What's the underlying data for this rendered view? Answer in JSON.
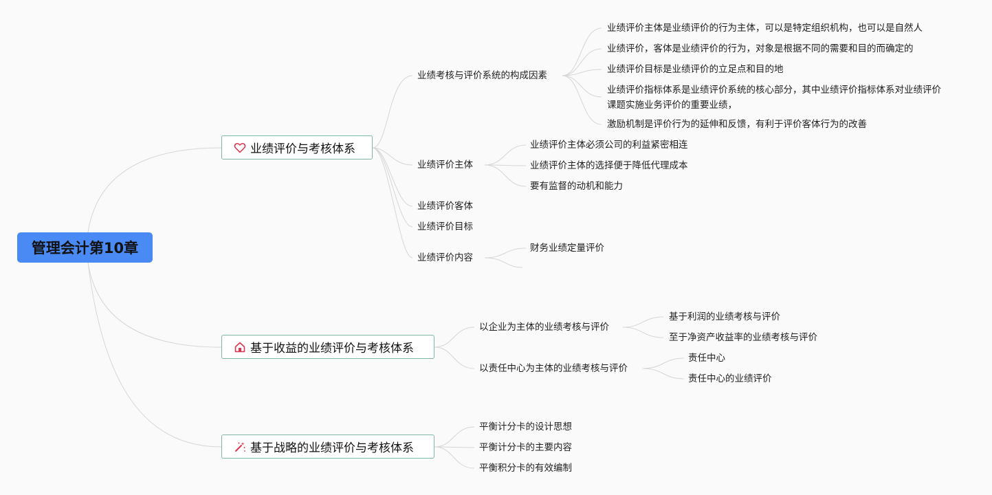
{
  "root": {
    "label": "管理会计第10章"
  },
  "main": [
    {
      "label": "业绩评价与考核体系",
      "icon": "heart-icon",
      "icon_color": "#e0334d"
    },
    {
      "label": "基于收益的业绩评价与考核体系",
      "icon": "house-icon",
      "icon_color": "#e0334d"
    },
    {
      "label": "基于战略的业绩评价与考核体系",
      "icon": "magic-wand-icon",
      "icon_color": "#e0334d"
    }
  ],
  "branch1": {
    "sub": [
      {
        "label": "业绩考核与评价系统的构成因素",
        "children": [
          "业绩评价主体是业绩评价的行为主体，可以是特定组织机构，也可以是自然人",
          "业绩评价，客体是业绩评价的行为，对象是根据不同的需要和目的而确定的",
          "业绩评价目标是业绩评价的立足点和目的地",
          "业绩评价指标体系是业绩评价系统的核心部分，其中业绩评价指标体系对业绩评价课题实施业务评价的重要业绩，",
          "激励机制是评价行为的延伸和反馈，有利于评价客体行为的改善"
        ]
      },
      {
        "label": "业绩评价主体",
        "children": [
          "业绩评价主体必须公司的利益紧密相连",
          "业绩评价主体的选择便于降低代理成本",
          "要有监督的动机和能力"
        ]
      },
      {
        "label": "业绩评价客体",
        "children": []
      },
      {
        "label": "业绩评价目标",
        "children": []
      },
      {
        "label": "业绩评价内容",
        "children": [
          "财务业绩定量评价"
        ]
      }
    ]
  },
  "branch2": {
    "sub": [
      {
        "label": "以企业为主体的业绩考核与评价",
        "children": [
          "基于利润的业绩考核与评价",
          "至于净资产收益率的业绩考核与评价"
        ]
      },
      {
        "label": "以责任中心为主体的业绩考核与评价",
        "children": [
          "责任中心",
          "责任中心的业绩评价"
        ]
      }
    ]
  },
  "branch3": {
    "sub": [
      {
        "label": "平衡计分卡的设计思想"
      },
      {
        "label": "平衡计分卡的主要内容"
      },
      {
        "label": "平衡积分卡的有效编制"
      }
    ]
  }
}
